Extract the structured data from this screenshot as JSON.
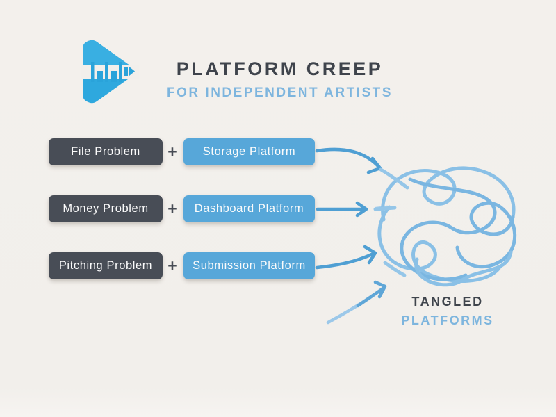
{
  "header": {
    "title": "PLATFORM CREEP",
    "subtitle": "FOR INDEPENDENT ARTISTS",
    "logo": "play-button-piano-icon"
  },
  "rows": [
    {
      "problem": "File Problem",
      "plus": "+",
      "platform": "Storage Platform",
      "arrow": "curved-down-right"
    },
    {
      "problem": "Money Problem",
      "plus": "+",
      "platform": "Dashboard Platform",
      "arrow": "straight-right"
    },
    {
      "problem": "Pitching Problem",
      "plus": "+",
      "platform": "Submission Platform",
      "arrow": "curved-up-right"
    }
  ],
  "result": {
    "label_top": "TANGLED",
    "label_bottom": "PLATFORMS",
    "illustration": "tangled-scribble"
  },
  "colors": {
    "background": "#f2efec",
    "problem_box": "#484d56",
    "platform_box": "#57a7d9",
    "box_text": "#fbfbfb",
    "title_text": "#3f444c",
    "accent_blue_text": "#7db5de",
    "arrow_blue": "#4f9fd3",
    "tangle_blue": "#87bee5",
    "logo_blue": "#2ea8de"
  }
}
